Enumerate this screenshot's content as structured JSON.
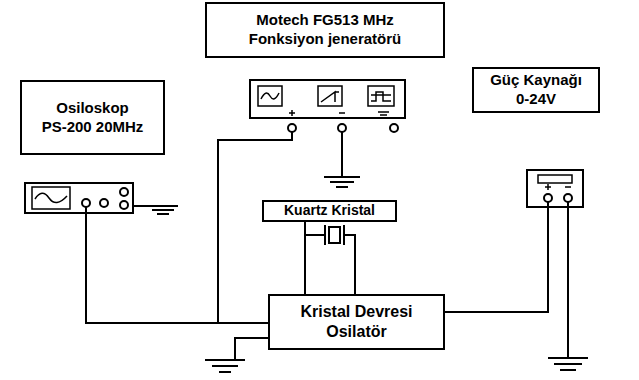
{
  "diagram": {
    "nodes": [
      {
        "text": [
          "Motech  FG513  MHz",
          "Fonksiyon jeneratörü"
        ]
      },
      {
        "text": [
          "Osiloskop",
          "PS-200 20MHz"
        ]
      },
      {
        "text": [
          "Güç Kaynağı",
          "0-24V"
        ]
      },
      {
        "text": [
          "Kuartz Kristal"
        ]
      },
      {
        "text": [
          "Kristal Devresi",
          "Osilatör"
        ]
      }
    ],
    "edges": [
      {
        "from": 3,
        "to": 4,
        "arrow": "none"
      }
    ]
  }
}
